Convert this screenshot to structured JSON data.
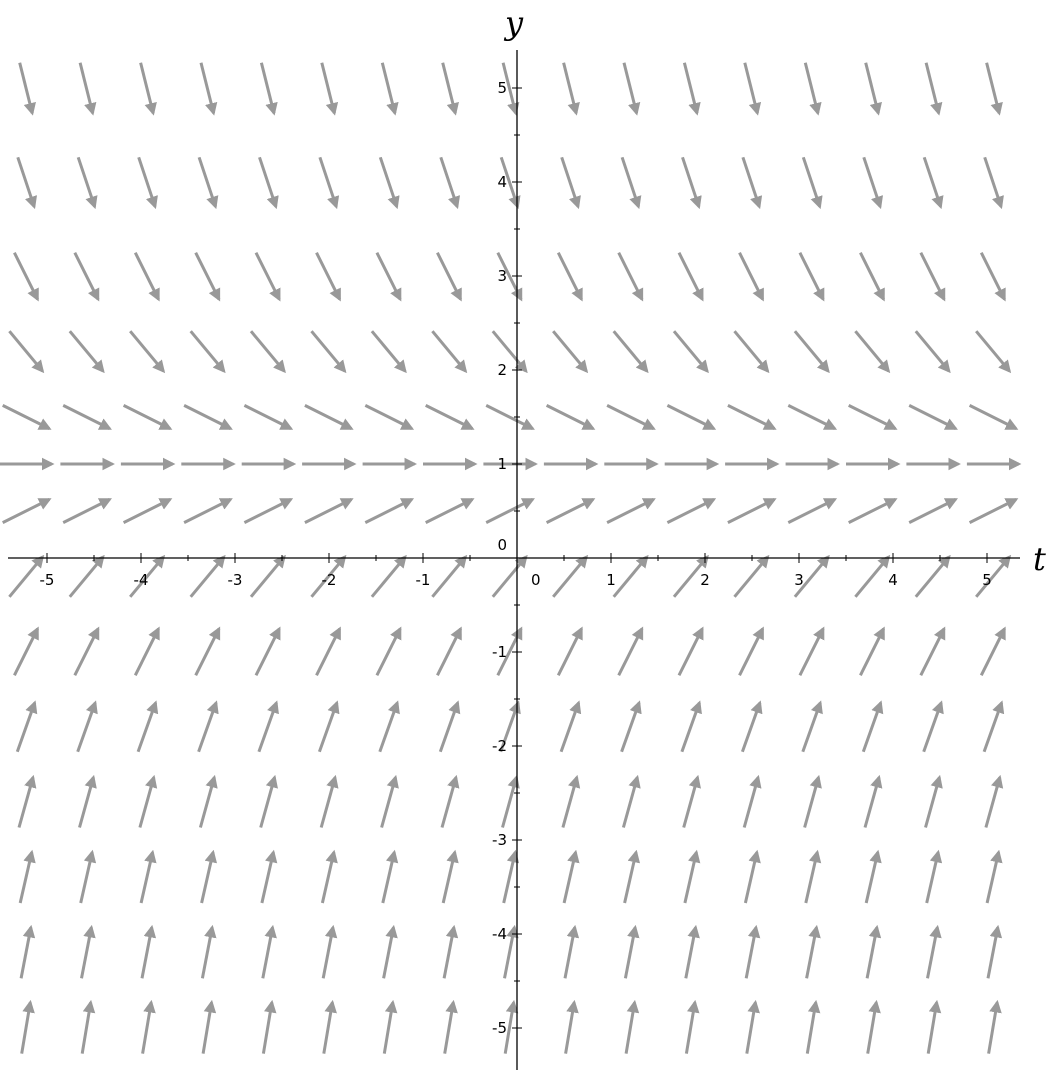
{
  "chart_data": {
    "type": "vector_field",
    "title": "",
    "xlabel": "t",
    "ylabel": "y",
    "xlim": [
      -5.5,
      5.5
    ],
    "ylim": [
      -5.5,
      5.5
    ],
    "grid": false,
    "arrow_color": "#999999",
    "axis_color": "#000000",
    "x_ticks": [
      -5,
      -4,
      -3,
      -2,
      -1,
      0,
      1,
      2,
      3,
      4,
      5
    ],
    "y_ticks": [
      -5,
      -4,
      -3,
      -2,
      -1,
      0,
      1,
      2,
      3,
      4,
      5
    ],
    "x_tick_labels": [
      "-5",
      "-4",
      "-3",
      "-2",
      "-1",
      "0",
      "1",
      "2",
      "3",
      "4",
      "5"
    ],
    "y_tick_labels": [
      "-5",
      "-4",
      "-3",
      "-2",
      "-1",
      "0",
      "1",
      "2",
      "3",
      "4",
      "5"
    ],
    "grid_t": [
      -5.5,
      -4.857,
      -4.214,
      -3.571,
      -2.929,
      -2.286,
      -1.643,
      -1.0,
      -0.357,
      0.286,
      0.929,
      1.571,
      2.214,
      2.857,
      3.5,
      4.143,
      4.786
    ],
    "grid_y": [
      5.0,
      4.0,
      3.0,
      2.2,
      1.5,
      1.0,
      0.5,
      -0.2,
      -1.0,
      -1.8,
      -2.6,
      -3.4,
      -4.2,
      -5.0
    ],
    "field_slope_dy_dt": "1 - y",
    "equilibrium_y": 1
  }
}
